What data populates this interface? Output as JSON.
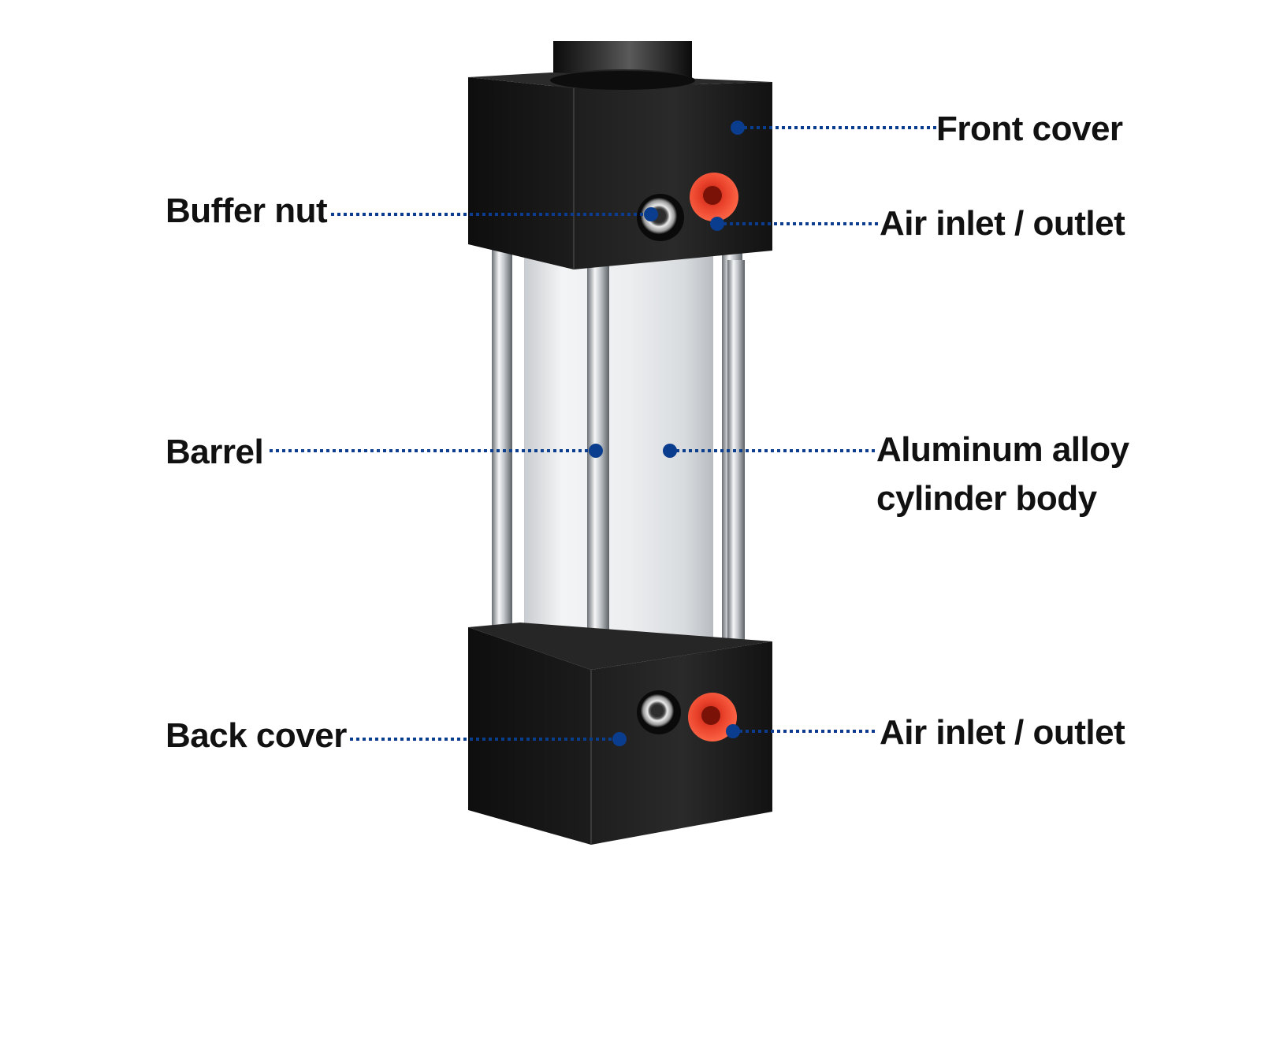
{
  "colors": {
    "leader": "#0b3d8f",
    "cover": "#151515",
    "barrel": "#e6e8ea",
    "port": "#f04a2a",
    "text": "#111111"
  },
  "labels": {
    "front_cover": "Front cover",
    "buffer_nut": "Buffer nut",
    "air_inlet_outlet_top": "Air inlet / outlet",
    "barrel": "Barrel",
    "aluminum_line1": "Aluminum alloy",
    "aluminum_line2": "cylinder body",
    "back_cover": "Back cover",
    "air_inlet_outlet_bottom": "Air inlet / outlet"
  },
  "icons": {
    "cylinder": "pneumatic-cylinder-illustration"
  }
}
